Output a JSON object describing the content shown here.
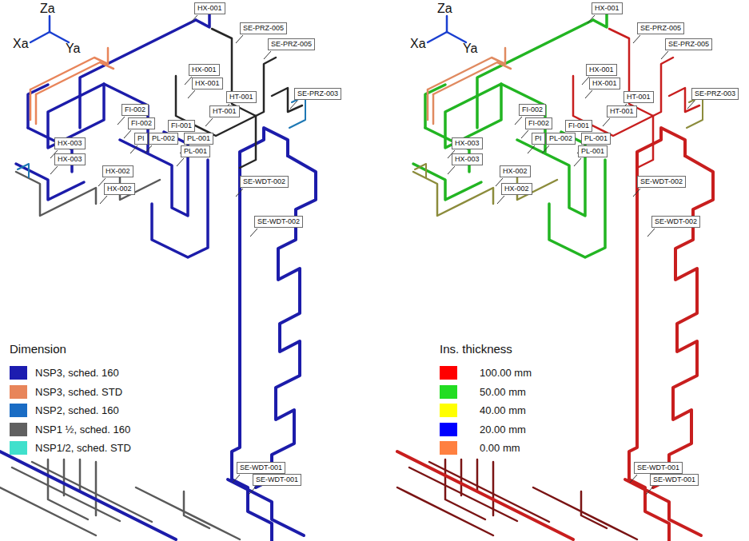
{
  "diagram": {
    "nodes": [
      {
        "text": [
          "HX-001"
        ]
      },
      {
        "text": [
          "SE-PRZ-005"
        ]
      },
      {
        "text": [
          "SE-PRZ-005"
        ]
      },
      {
        "text": [
          "HX-001"
        ]
      },
      {
        "text": [
          "HX-001"
        ]
      },
      {
        "text": [
          "HT-001"
        ]
      },
      {
        "text": [
          "HT-001"
        ]
      },
      {
        "text": [
          "SE-PRZ-003"
        ]
      },
      {
        "text": [
          "FI-002"
        ]
      },
      {
        "text": [
          "FI-002"
        ]
      },
      {
        "text": [
          "FI-001"
        ]
      },
      {
        "text": [
          "PI"
        ]
      },
      {
        "text": [
          "PL-002"
        ]
      },
      {
        "text": [
          "PL-001"
        ]
      },
      {
        "text": [
          "PL-001"
        ]
      },
      {
        "text": [
          "HX-003"
        ]
      },
      {
        "text": [
          "HX-003"
        ]
      },
      {
        "text": [
          "HX-002"
        ]
      },
      {
        "text": [
          "HX-002"
        ]
      },
      {
        "text": [
          "SE-WDT-002"
        ]
      },
      {
        "text": [
          "SE-WDT-002"
        ]
      },
      {
        "text": [
          "SE-WDT-001"
        ]
      },
      {
        "text": [
          "SE-WDT-001"
        ]
      },
      {
        "text": [
          "HX-001"
        ]
      },
      {
        "text": [
          "SE-PRZ-005"
        ]
      },
      {
        "text": [
          "SE-PRZ-005"
        ]
      },
      {
        "text": [
          "HX-001"
        ]
      },
      {
        "text": [
          "HX-001"
        ]
      },
      {
        "text": [
          "HT-001"
        ]
      },
      {
        "text": [
          "HT-001"
        ]
      },
      {
        "text": [
          "SE-PRZ-003"
        ]
      },
      {
        "text": [
          "FI-002"
        ]
      },
      {
        "text": [
          "FI-002"
        ]
      },
      {
        "text": [
          "FI-001"
        ]
      },
      {
        "text": [
          "PI"
        ]
      },
      {
        "text": [
          "PL-002"
        ]
      },
      {
        "text": [
          "PL-001"
        ]
      },
      {
        "text": [
          "PL-001"
        ]
      },
      {
        "text": [
          "HX-003"
        ]
      },
      {
        "text": [
          "HX-003"
        ]
      },
      {
        "text": [
          "HX-002"
        ]
      },
      {
        "text": [
          "HX-002"
        ]
      },
      {
        "text": [
          "SE-WDT-002"
        ]
      },
      {
        "text": [
          "SE-WDT-002"
        ]
      },
      {
        "text": [
          "SE-WDT-001"
        ]
      },
      {
        "text": [
          "SE-WDT-001"
        ]
      }
    ],
    "labels": [
      "Za",
      "Xa",
      "Ya",
      "Dimension",
      "Za",
      "Xa",
      "Ya",
      "Ins. thickness"
    ],
    "legend": [
      {
        "text": "NSP3, sched. 160",
        "color": "#1c1cb0"
      },
      {
        "text": "NSP3, sched. STD",
        "color": "#e8855a"
      },
      {
        "text": "NSP2, sched. 160",
        "color": "#1a6cc4"
      },
      {
        "text": "NSP1 ½, sched. 160",
        "color": "#606060"
      },
      {
        "text": "NSP1/2, sched. STD",
        "color": "#40e0cc"
      },
      {
        "text": "100.00 mm",
        "color": "#ff0000"
      },
      {
        "text": "50.00 mm",
        "color": "#22dd22"
      },
      {
        "text": "40.00 mm",
        "color": "#ffff00"
      },
      {
        "text": "20.00 mm",
        "color": "#0000ff"
      },
      {
        "text": "0.00 mm",
        "color": "#ff8040"
      }
    ]
  }
}
